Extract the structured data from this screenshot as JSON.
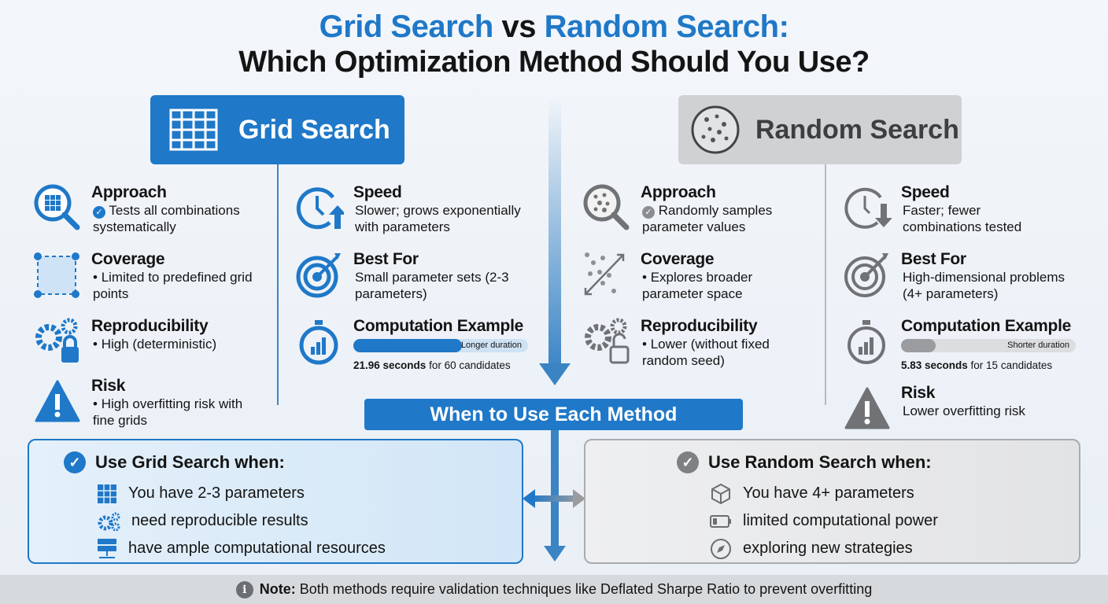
{
  "title": {
    "part1": "Grid Search",
    "vs": " vs ",
    "part2": "Random Search:",
    "line2": "Which Optimization Method Should You Use?"
  },
  "colors": {
    "blue": "#1f78c8",
    "gray": "#6b6e72",
    "gray_header": "#cfd1d3"
  },
  "grid": {
    "header": "Grid Search",
    "approach": {
      "title": "Approach",
      "text": "Tests all combinations systematically"
    },
    "coverage": {
      "title": "Coverage",
      "text": "Limited to predefined grid points"
    },
    "reproducibility": {
      "title": "Reproducibility",
      "text": "High (deterministic)"
    },
    "risk": {
      "title": "Risk",
      "text": "High overfitting risk with fine grids"
    },
    "speed": {
      "title": "Speed",
      "text": "Slower; grows exponentially with parameters"
    },
    "best_for": {
      "title": "Best For",
      "text": "Small parameter sets (2-3 parameters)"
    },
    "computation": {
      "title": "Computation Example",
      "bar_label": "Longer duration",
      "bar_fraction": 0.62,
      "seconds": "21.96 seconds",
      "rest": " for 60 candidates"
    }
  },
  "random": {
    "header": "Random Search",
    "approach": {
      "title": "Approach",
      "text": "Randomly samples parameter values"
    },
    "coverage": {
      "title": "Coverage",
      "text": "Explores broader parameter space"
    },
    "reproducibility": {
      "title": "Reproducibility",
      "text": "Lower (without fixed random seed)"
    },
    "speed": {
      "title": "Speed",
      "text": "Faster; fewer combinations tested"
    },
    "best_for": {
      "title": "Best For",
      "text": "High-dimensional problems (4+ parameters)"
    },
    "computation": {
      "title": "Computation Example",
      "bar_label": "Shorter duration",
      "bar_fraction": 0.2,
      "seconds": "5.83 seconds",
      "rest": " for 15 candidates"
    },
    "risk": {
      "title": "Risk",
      "text": "Lower overfitting risk"
    }
  },
  "when": {
    "title": "When to Use Each Method",
    "grid": {
      "heading": "Use Grid Search when:",
      "items": [
        "You have 2-3 parameters",
        "need reproducible results",
        "have ample computational resources"
      ]
    },
    "random": {
      "heading": "Use Random Search when:",
      "items": [
        "You have 4+ parameters",
        "limited computational power",
        "exploring new strategies"
      ]
    }
  },
  "note": {
    "label": "Note:",
    "text": " Both methods require validation techniques like Deflated Sharpe Ratio to prevent overfitting"
  }
}
